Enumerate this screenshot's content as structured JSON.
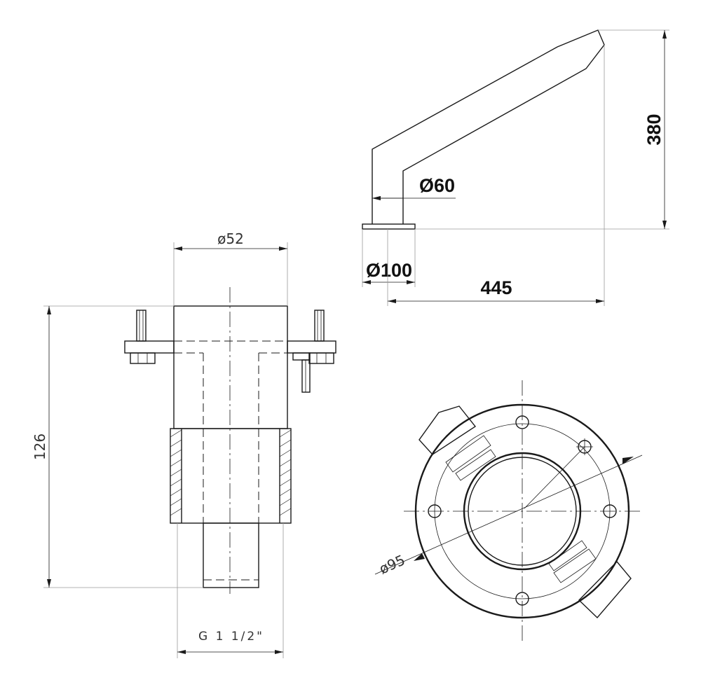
{
  "dimensions": {
    "height_380": "380",
    "dia_60": "Ø60",
    "dia_100": "Ø100",
    "length_445": "445",
    "dia_52": "ø52",
    "height_126": "126",
    "thread": "G 1 1/2\"",
    "dia_95": "ø95"
  }
}
